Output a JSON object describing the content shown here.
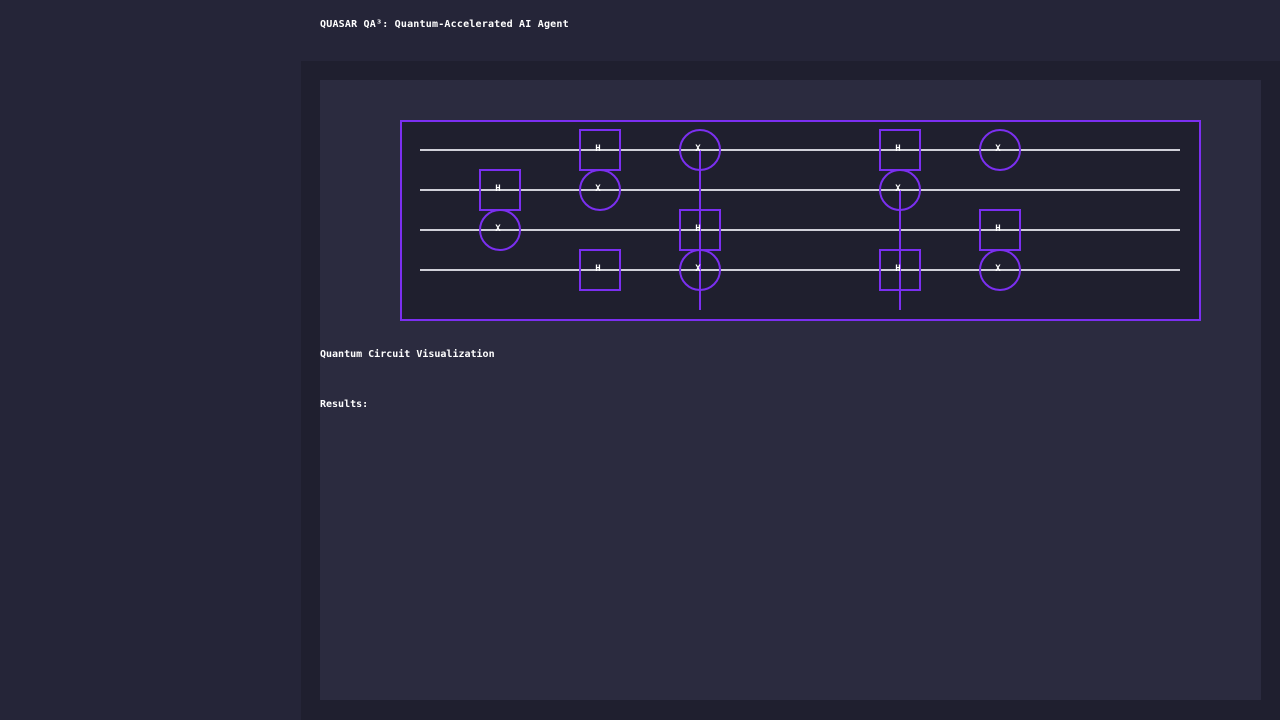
{
  "header": {
    "title": "QUASAR QA³: Quantum-Accelerated AI Agent"
  },
  "circuit": {
    "colors": {
      "gate": "#7b2ff0",
      "wire": "#d0d0d8",
      "text": "#ffffff"
    },
    "qubits": 4,
    "gates": [
      {
        "type": "H",
        "qubit": 1,
        "step": 1
      },
      {
        "type": "X",
        "qubit": 2,
        "step": 1
      },
      {
        "type": "H",
        "qubit": 0,
        "step": 2
      },
      {
        "type": "X",
        "qubit": 1,
        "step": 2
      },
      {
        "type": "H",
        "qubit": 3,
        "step": 2
      },
      {
        "type": "X",
        "qubit": 0,
        "step": 3
      },
      {
        "type": "H",
        "qubit": 2,
        "step": 3
      },
      {
        "type": "X",
        "qubit": 3,
        "step": 3
      },
      {
        "type": "H",
        "qubit": 0,
        "step": 5
      },
      {
        "type": "X",
        "qubit": 1,
        "step": 5
      },
      {
        "type": "H",
        "qubit": 3,
        "step": 5
      },
      {
        "type": "X",
        "qubit": 0,
        "step": 6
      },
      {
        "type": "H",
        "qubit": 2,
        "step": 6
      },
      {
        "type": "X",
        "qubit": 3,
        "step": 6
      }
    ],
    "connections": [
      {
        "step": 3,
        "from_qubit": 0,
        "to_qubit": 3
      },
      {
        "step": 5,
        "from_qubit": 1,
        "to_qubit": 3
      }
    ]
  },
  "labels": {
    "visualization": "Quantum Circuit Visualization",
    "results": "Results:"
  }
}
